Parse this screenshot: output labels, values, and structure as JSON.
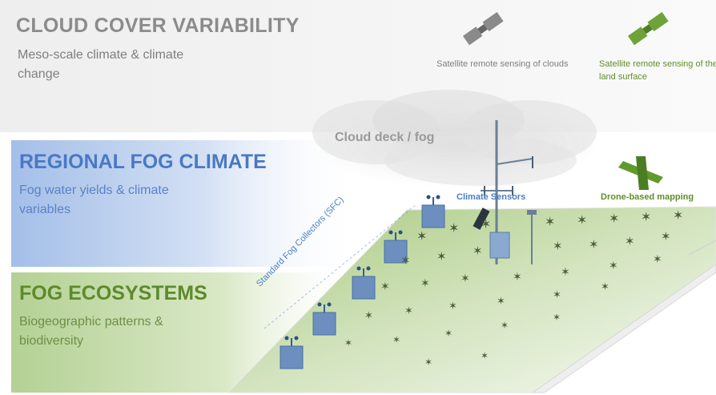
{
  "layers": {
    "cloud": {
      "title": "CLOUD COVER VARIABILITY",
      "subtitle": "Meso-scale climate & climate change"
    },
    "regional": {
      "title": "REGIONAL FOG CLIMATE",
      "subtitle": "Fog water yields & climate variables"
    },
    "ecosystem": {
      "title": "FOG ECOSYSTEMS",
      "subtitle": "Biogeographic patterns & biodiversity"
    }
  },
  "labels": {
    "cloud_deck": "Cloud deck / fog",
    "sat_clouds": "Satellite remote sensing of clouds",
    "sat_land": "Satellite remote sensing of the land surface",
    "climate_sensors": "Climate Sensors",
    "drone": "Drone-based mapping",
    "sfc": "Standard Fog Collectors (SFC)"
  },
  "colors": {
    "cloud_band": "#efefef",
    "regional_band": "#a9c3ea",
    "eco_band": "#b9d39a",
    "ground": "#8fb55f",
    "blue_text": "#4a78c4",
    "green_text": "#5e8a2a",
    "gray_text": "#8b8b8b"
  },
  "icons": [
    "satellite-icon",
    "satellite-icon",
    "drone-icon",
    "weather-station-icon",
    "fog-collector-icon",
    "plant-icon"
  ]
}
